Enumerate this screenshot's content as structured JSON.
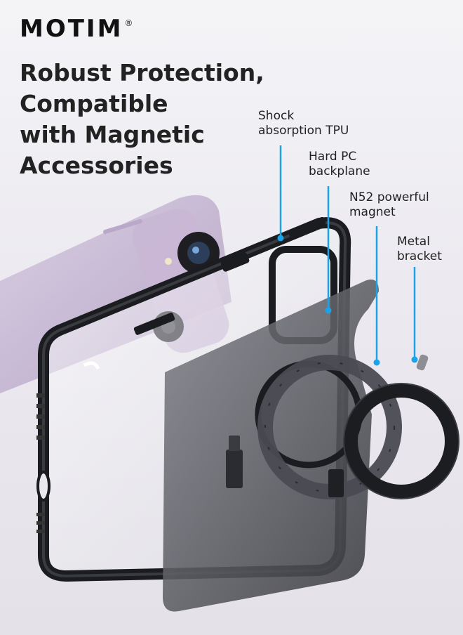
{
  "brand": {
    "name": "MOTIM",
    "registered": "®"
  },
  "headline": {
    "line1": "Robust Protection,",
    "line2": "Compatible",
    "line3": "with Magnetic",
    "line4": "Accessories"
  },
  "callouts": [
    {
      "line1": "Shock",
      "line2": "absorption TPU"
    },
    {
      "line1": "Hard PC",
      "line2": "backplane"
    },
    {
      "line1": "N52 powerful",
      "line2": "magnet"
    },
    {
      "line1": "Metal",
      "line2": "bracket"
    }
  ],
  "colors": {
    "leader_line": "#1aa3e8",
    "frame": "#1b1c20",
    "phone": "#cbb9d6"
  }
}
